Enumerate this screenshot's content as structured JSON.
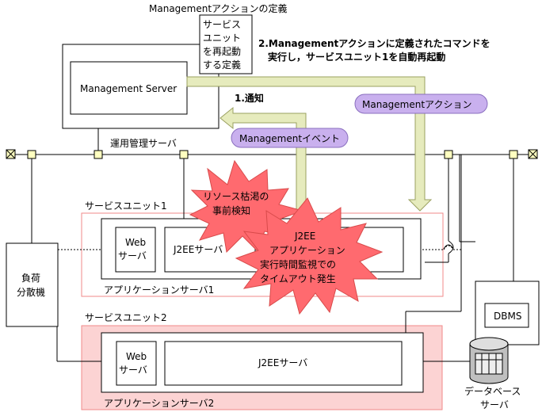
{
  "labels": {
    "top_title": "Managementアクションの定義",
    "definition_note": [
      "サービス",
      "ユニット",
      "を再起動",
      "する定義"
    ],
    "step2": [
      "2.Managementアクションに定義されたコマンドを",
      "実行し，サービスユニット1を自動再起動"
    ],
    "step1": "1.通知",
    "management_server": "Management Server",
    "management_action": "Managementアクション",
    "management_event": "Managementイベント",
    "ops_server": "運用管理サーバ",
    "service_unit1": "サービスユニット1",
    "service_unit2": "サービスユニット2",
    "web_server": [
      "Web",
      "サーバ"
    ],
    "j2ee_server": "J2EEサーバ",
    "j2ee_app": [
      "J2EE",
      "アプリケーション"
    ],
    "app_server1": "アプリケーションサーバ1",
    "app_server2": "アプリケーションサーバ2",
    "load_balancer": [
      "負荷",
      "分散機"
    ],
    "dbms": "DBMS",
    "db_server": [
      "データベース",
      "サーバ"
    ],
    "burst_resource": [
      "リソース枯渇の",
      "事前検知"
    ],
    "burst_timeout": [
      "実行時間監視での",
      "タイムアウト発生"
    ]
  },
  "colors": {
    "arrow_fill": "#e6ebbd",
    "arrow_stroke": "#9aa060",
    "pill_fill": "#c9b0ee",
    "burst_fill": "#ff6a6f",
    "unit1_border": "#f08a8a",
    "unit2_fill": "#fcd3d3",
    "node_fill": "#ffffc0"
  }
}
